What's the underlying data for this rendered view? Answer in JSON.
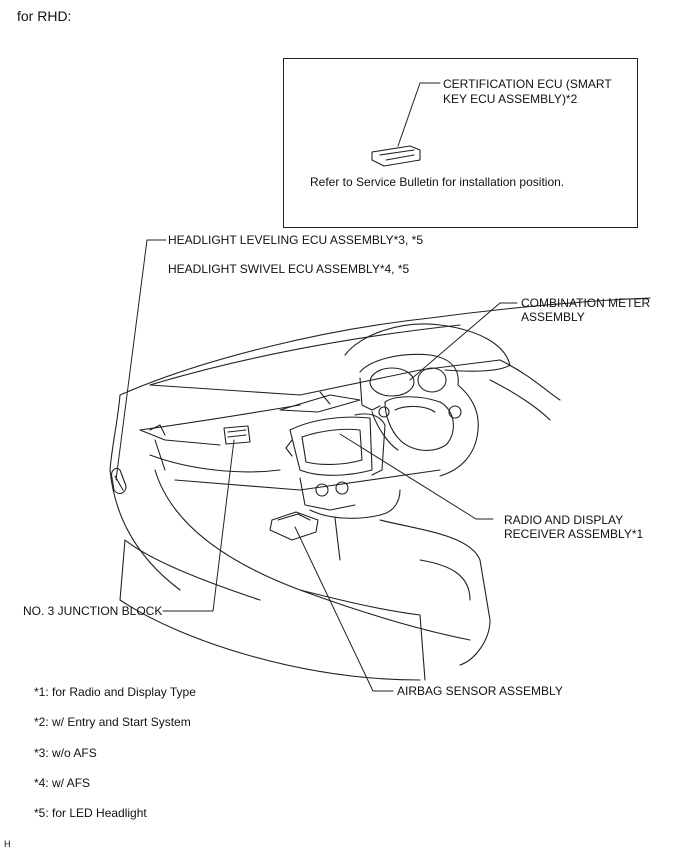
{
  "page": {
    "heading": "for RHD:",
    "figure_code": "H"
  },
  "inset": {
    "component_label_line1": "CERTIFICATION ECU (SMART",
    "component_label_line2": "KEY ECU ASSEMBLY)*2",
    "note": "Refer to Service Bulletin for installation position."
  },
  "callouts": {
    "headlight_leveling": "HEADLIGHT LEVELING ECU ASSEMBLY*3, *5",
    "headlight_swivel": "HEADLIGHT SWIVEL ECU ASSEMBLY*4, *5",
    "combination_meter_line1": "COMBINATION METER",
    "combination_meter_line2": "ASSEMBLY",
    "radio_display_line1": "RADIO AND DISPLAY",
    "radio_display_line2": "RECEIVER ASSEMBLY*1",
    "junction_block": "NO. 3 JUNCTION BLOCK",
    "airbag_sensor": "AIRBAG SENSOR ASSEMBLY"
  },
  "footnotes": [
    "*1: for Radio and Display Type",
    "*2: w/ Entry and Start System",
    "*3: w/o AFS",
    "*4: w/ AFS",
    "*5: for LED Headlight"
  ]
}
